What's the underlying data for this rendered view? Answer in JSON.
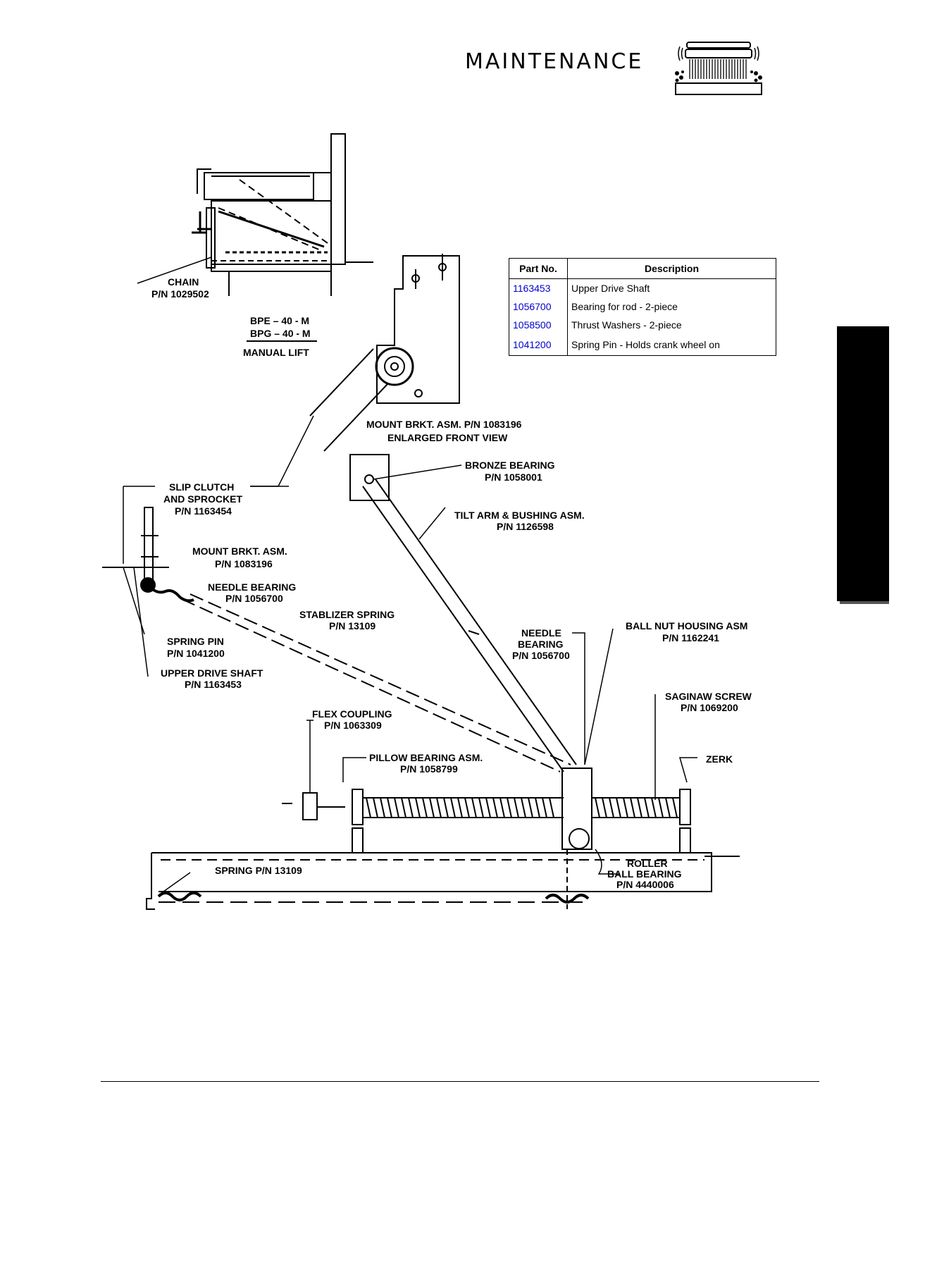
{
  "header": {
    "title": "MAINTENANCE"
  },
  "parts_table": {
    "columns": [
      "Part No.",
      "Description"
    ],
    "rows": [
      {
        "part_no": "1163453",
        "description": "Upper Drive Shaft"
      },
      {
        "part_no": "1056700",
        "description": "Bearing for rod - 2-piece"
      },
      {
        "part_no": "1058500",
        "description": "Thrust Washers  - 2-piece"
      },
      {
        "part_no": "1041200",
        "description": "Spring Pin - Holds crank wheel on"
      }
    ]
  },
  "diagram": {
    "labels": {
      "chain": "CHAIN",
      "chain_pn": "P/N 1029502",
      "bpe": "BPE – 40 - M",
      "bpg": "BPG – 40 - M",
      "manual_lift": "MANUAL LIFT",
      "mount_brkt_front": "MOUNT BRKT. ASM. P/N 1083196",
      "enlarged_front": "ENLARGED FRONT VIEW",
      "bronze_bearing": "BRONZE BEARING",
      "bronze_bearing_pn": "P/N 1058001",
      "slip_clutch": "SLIP CLUTCH",
      "and_sprocket": "AND SPROCKET",
      "slip_clutch_pn": "P/N 1163454",
      "tilt_arm": "TILT ARM & BUSHING ASM.",
      "tilt_arm_pn": "P/N 1126598",
      "mount_brkt": "MOUNT BRKT. ASM.",
      "mount_brkt_pn": "P/N 1083196",
      "needle_bearing_top": "NEEDLE BEARING",
      "needle_bearing_top_pn": "P/N 1056700",
      "stablizer_spring": "STABLIZER SPRING",
      "stablizer_spring_pn": "P/N 13109",
      "spring_pin": "SPRING PIN",
      "spring_pin_pn": "P/N 1041200",
      "upper_drive_shaft": "UPPER DRIVE SHAFT",
      "upper_drive_shaft_pn": "P/N 1163453",
      "needle": "NEEDLE",
      "bearing": "BEARING",
      "needle_pn": "P/N 1056700",
      "ball_nut": "BALL NUT HOUSING ASM",
      "ball_nut_pn": "P/N 1162241",
      "saginaw": "SAGINAW SCREW",
      "saginaw_pn": "P/N 1069200",
      "flex_coupling": "FLEX COUPLING",
      "flex_coupling_pn": "P/N 1063309",
      "pillow_bearing": "PILLOW BEARING ASM.",
      "pillow_bearing_pn": "P/N 1058799",
      "zerk": "ZERK",
      "spring_bottom": "SPRING P/N 13109",
      "roller": "ROLLER",
      "ball_bearing": "BALL BEARING",
      "roller_pn": "P/N 4440006"
    }
  }
}
